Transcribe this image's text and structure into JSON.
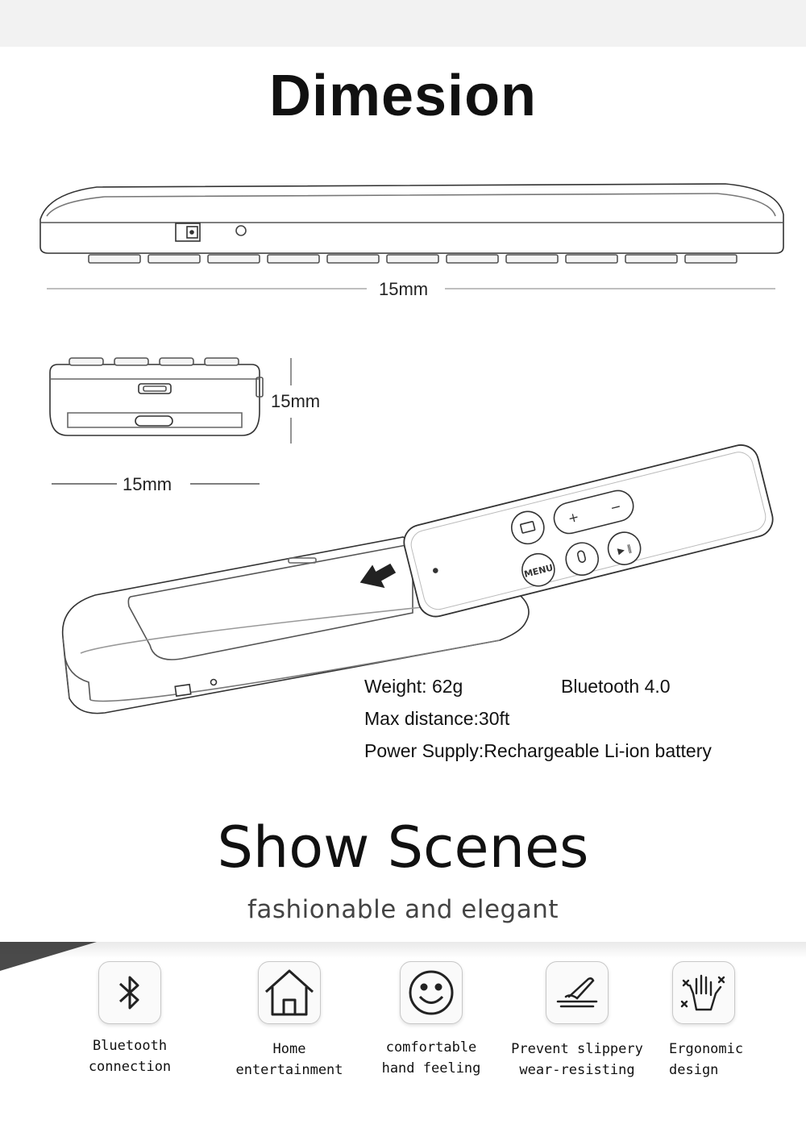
{
  "dimension_section": {
    "title": "Dimesion",
    "length_label": "15mm",
    "height_label": "15mm",
    "width_label": "15mm"
  },
  "specs": {
    "weight": "Weight:  62g",
    "bluetooth": "Bluetooth 4.0",
    "distance": "Max distance:30ft",
    "power": "Power Supply:Rechargeable Li-ion battery"
  },
  "scenes_section": {
    "title": "Show Scenes",
    "subtitle": "fashionable and elegant"
  },
  "features": [
    {
      "icon": "bluetooth-icon",
      "line1": "Bluetooth",
      "line2": "connection"
    },
    {
      "icon": "house-icon",
      "line1": "Home",
      "line2": "entertainment"
    },
    {
      "icon": "smiley-icon",
      "line1": "comfortable",
      "line2": "hand feeling"
    },
    {
      "icon": "finger-touch-icon",
      "line1": "Prevent slippery",
      "line2": "wear-resisting"
    },
    {
      "icon": "hand-icon",
      "line1": "Ergonomic",
      "line2": "design"
    }
  ]
}
